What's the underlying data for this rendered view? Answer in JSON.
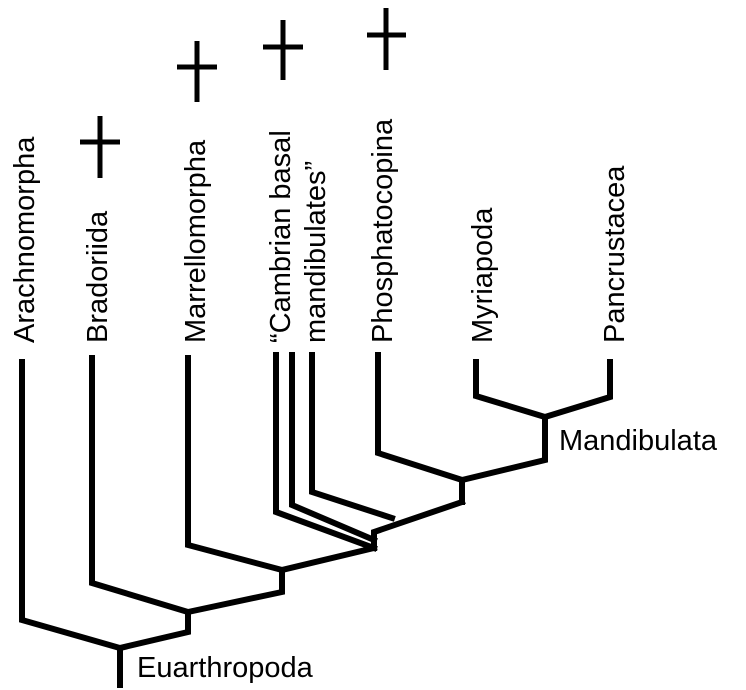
{
  "taxa": [
    {
      "id": "arachnomorpha",
      "label": "Arachnomorpha",
      "extinct": false
    },
    {
      "id": "bradoriida",
      "label": "Bradoriida",
      "extinct": true
    },
    {
      "id": "marrellomorpha",
      "label": "Marrellomorpha",
      "extinct": true
    },
    {
      "id": "cambrian-basal-mandibulates",
      "label_line1": "“Cambrian basal",
      "label_line2": "mandibulates”",
      "extinct": true
    },
    {
      "id": "phosphatocopina",
      "label": "Phosphatocopina",
      "extinct": true
    },
    {
      "id": "myriapoda",
      "label": "Myriapoda",
      "extinct": false
    },
    {
      "id": "pancrustacea",
      "label": "Pancrustacea",
      "extinct": false
    }
  ],
  "clades": {
    "mandibulata": "Mandibulata",
    "euarthropoda": "Euarthropoda"
  },
  "extinct_marker": "dagger-icon"
}
